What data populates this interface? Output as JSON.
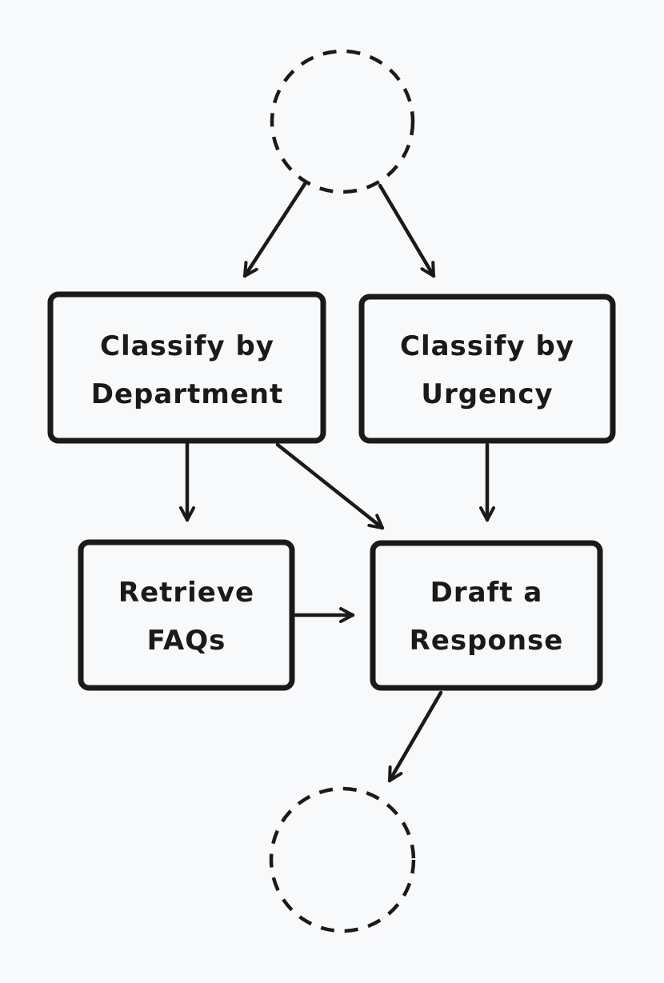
{
  "colors": {
    "background": "#f8f9fb",
    "stroke": "#1a1a1a"
  },
  "nodes": {
    "start": {
      "shape": "dashed-circle",
      "label": ""
    },
    "classify_department": {
      "label_line1": "Classify by",
      "label_line2": "Department"
    },
    "classify_urgency": {
      "label_line1": "Classify by",
      "label_line2": "Urgency"
    },
    "retrieve_faqs": {
      "label_line1": "Retrieve",
      "label_line2": "FAQs"
    },
    "draft_response": {
      "label_line1": "Draft a",
      "label_line2": "Response"
    },
    "end": {
      "shape": "dashed-circle",
      "label": ""
    }
  },
  "edges": [
    {
      "from": "start",
      "to": "classify_department"
    },
    {
      "from": "start",
      "to": "classify_urgency"
    },
    {
      "from": "classify_department",
      "to": "retrieve_faqs"
    },
    {
      "from": "classify_department",
      "to": "draft_response"
    },
    {
      "from": "classify_urgency",
      "to": "draft_response"
    },
    {
      "from": "retrieve_faqs",
      "to": "draft_response"
    },
    {
      "from": "draft_response",
      "to": "end"
    }
  ]
}
